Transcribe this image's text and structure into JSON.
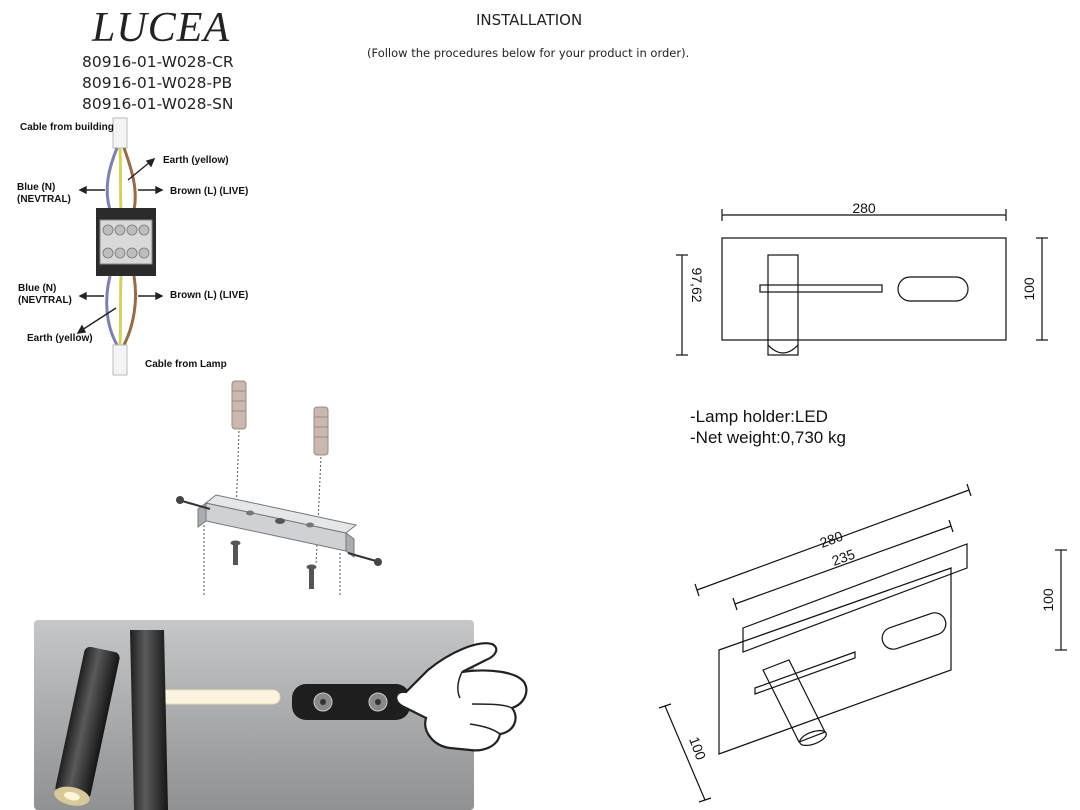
{
  "header": {
    "brand": "LUCEA",
    "models": [
      "80916-01-W028-CR",
      "80916-01-W028-PB",
      "80916-01-W028-SN"
    ],
    "title": "INSTALLATION",
    "subtitle": "(Follow the procedures below for your product in order)."
  },
  "wiring": {
    "cable_building": "Cable from building",
    "earth_top": "Earth (yellow)",
    "blue_top": [
      "Blue (N)",
      "(NEVTRAL)"
    ],
    "brown_top": "Brown (L) (LIVE)",
    "blue_bottom": [
      "Blue (N)",
      "(NEVTRAL)"
    ],
    "brown_bottom": "Brown (L) (LIVE)",
    "earth_bottom": "Earth (yellow)",
    "cable_lamp": "Cable from Lamp",
    "colors": {
      "blue": "#7c7fb8",
      "yellow": "#d8d25a",
      "brown": "#9a6a45"
    }
  },
  "specs": {
    "lamp_holder": "-Lamp holder:LED",
    "net_weight": "-Net weight:0,730 kg"
  },
  "dimensions_front": {
    "width": "280",
    "height": "100",
    "depth": "97,62"
  },
  "dimensions_iso": {
    "width": "280",
    "inner_width": "235",
    "height": "100",
    "depth": "100"
  }
}
